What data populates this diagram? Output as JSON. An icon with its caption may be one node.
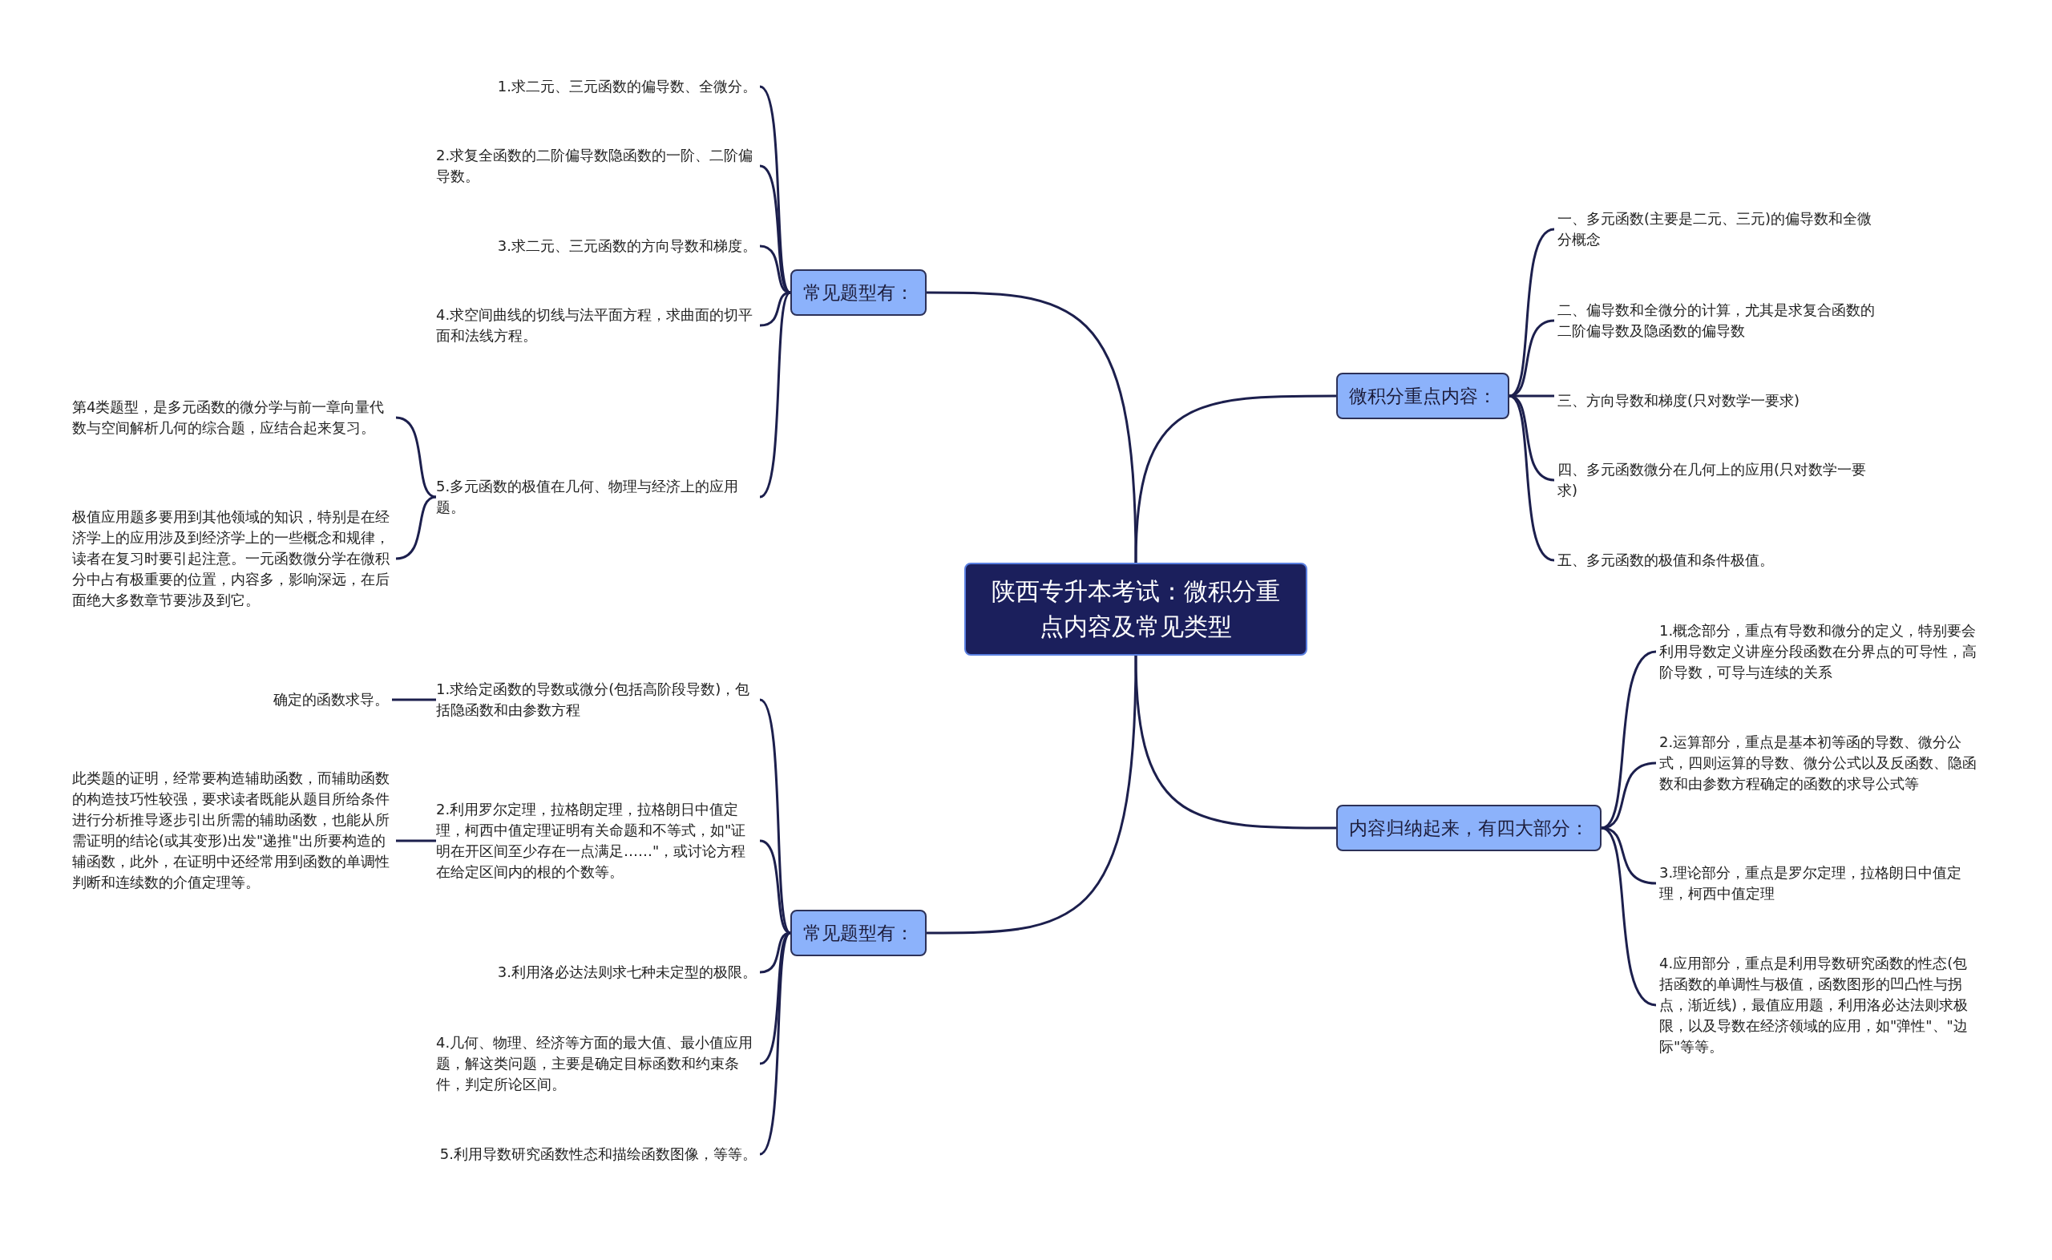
{
  "diagram": {
    "nodes": [
      {
        "text": [
          "陕西专升本考试：微积分重点内容及常见类型"
        ]
      },
      {
        "text": [
          "常见题型有："
        ]
      },
      {
        "text": [
          "1.求二元、三元函数的偏导数、全微分。"
        ]
      },
      {
        "text": [
          "2.求复全函数的二阶偏导数隐函数的一阶、二阶偏导数。"
        ]
      },
      {
        "text": [
          "3.求二元、三元函数的方向导数和梯度。"
        ]
      },
      {
        "text": [
          "4.求空间曲线的切线与法平面方程，求曲面的切平面和法线方程。"
        ]
      },
      {
        "text": [
          "5.多元函数的极值在几何、物理与经济上的应用题。"
        ]
      },
      {
        "text": [
          "第4类题型，是多元函数的微分学与前一章向量代数与空间解析几何的综合题，应结合起来复习。"
        ]
      },
      {
        "text": [
          "极值应用题多要用到其他领域的知识，特别是在经济学上的应用涉及到经济学上的一些概念和规律，读者在复习时要引起注意。一元函数微分学在微积分中占有极重要的位置，内容多，影响深远，在后面绝大多数章节要涉及到它。"
        ]
      },
      {
        "text": [
          "常见题型有："
        ]
      },
      {
        "text": [
          "1.求给定函数的导数或微分(包括高阶段导数)，包括隐函数和由参数方程"
        ]
      },
      {
        "text": [
          "2.利用罗尔定理，拉格朗定理，拉格朗日中值定理，柯西中值定理证明有关命题和不等式，如\"证明在开区间至少存在一点满足……\"，或讨论方程在给定区间内的根的个数等。"
        ]
      },
      {
        "text": [
          "3.利用洛必达法则求七种未定型的极限。"
        ]
      },
      {
        "text": [
          "4.几何、物理、经济等方面的最大值、最小值应用题，解这类问题，主要是确定目标函数和约束条件，判定所论区间。"
        ]
      },
      {
        "text": [
          "5.利用导数研究函数性态和描绘函数图像，等等。"
        ]
      },
      {
        "text": [
          "确定的函数求导。"
        ]
      },
      {
        "text": [
          "此类题的证明，经常要构造辅助函数，而辅助函数的构造技巧性较强，要求读者既能从题目所给条件进行分析推导逐步引出所需的辅助函数，也能从所需证明的结论(或其变形)出发\"递推\"出所要构造的辅函数，此外，在证明中还经常用到函数的单调性判断和连续数的介值定理等。"
        ]
      },
      {
        "text": [
          "微积分重点内容："
        ]
      },
      {
        "text": [
          "一、多元函数(主要是二元、三元)的偏导数和全微分概念"
        ]
      },
      {
        "text": [
          "二、偏导数和全微分的计算，尤其是求复合函数的二阶偏导数及隐函数的偏导数"
        ]
      },
      {
        "text": [
          "三、方向导数和梯度(只对数学一要求)"
        ]
      },
      {
        "text": [
          "四、多元函数微分在几何上的应用(只对数学一要求)"
        ]
      },
      {
        "text": [
          "五、多元函数的极值和条件极值。"
        ]
      },
      {
        "text": [
          "内容归纳起来，有四大部分："
        ]
      },
      {
        "text": [
          "1.概念部分，重点有导数和微分的定义，特别要会利用导数定义讲座分段函数在分界点的可导性，高阶导数，可导与连续的关系"
        ]
      },
      {
        "text": [
          "2.运算部分，重点是基本初等函的导数、微分公式，四则运算的导数、微分公式以及反函数、隐函数和由参数方程确定的函数的求导公式等"
        ]
      },
      {
        "text": [
          "3.理论部分，重点是罗尔定理，拉格朗日中值定理，柯西中值定理"
        ]
      },
      {
        "text": [
          "4.应用部分，重点是利用导数研究函数的性态(包括函数的单调性与极值，函数图形的凹凸性与拐点，渐近线)，最值应用题，利用洛必达法则求极限，以及导数在经济领域的应用，如\"弹性\"、\"边际\"等等。"
        ]
      }
    ],
    "edges": [
      {
        "from": 0,
        "to": 1,
        "arrow": "none"
      },
      {
        "from": 0,
        "to": 9,
        "arrow": "none"
      },
      {
        "from": 0,
        "to": 17,
        "arrow": "none"
      },
      {
        "from": 0,
        "to": 23,
        "arrow": "none"
      },
      {
        "from": 1,
        "to": 2,
        "arrow": "none"
      },
      {
        "from": 1,
        "to": 3,
        "arrow": "none"
      },
      {
        "from": 1,
        "to": 4,
        "arrow": "none"
      },
      {
        "from": 1,
        "to": 5,
        "arrow": "none"
      },
      {
        "from": 1,
        "to": 6,
        "arrow": "none"
      },
      {
        "from": 6,
        "to": 7,
        "arrow": "none"
      },
      {
        "from": 6,
        "to": 8,
        "arrow": "none"
      },
      {
        "from": 9,
        "to": 10,
        "arrow": "none"
      },
      {
        "from": 9,
        "to": 11,
        "arrow": "none"
      },
      {
        "from": 9,
        "to": 12,
        "arrow": "none"
      },
      {
        "from": 9,
        "to": 13,
        "arrow": "none"
      },
      {
        "from": 9,
        "to": 14,
        "arrow": "none"
      },
      {
        "from": 10,
        "to": 15,
        "arrow": "none"
      },
      {
        "from": 11,
        "to": 16,
        "arrow": "none"
      },
      {
        "from": 17,
        "to": 18,
        "arrow": "none"
      },
      {
        "from": 17,
        "to": 19,
        "arrow": "none"
      },
      {
        "from": 17,
        "to": 20,
        "arrow": "none"
      },
      {
        "from": 17,
        "to": 21,
        "arrow": "none"
      },
      {
        "from": 17,
        "to": 22,
        "arrow": "none"
      },
      {
        "from": 23,
        "to": 24,
        "arrow": "none"
      },
      {
        "from": 23,
        "to": 25,
        "arrow": "none"
      },
      {
        "from": 23,
        "to": 26,
        "arrow": "none"
      },
      {
        "from": 23,
        "to": 27,
        "arrow": "none"
      }
    ]
  }
}
